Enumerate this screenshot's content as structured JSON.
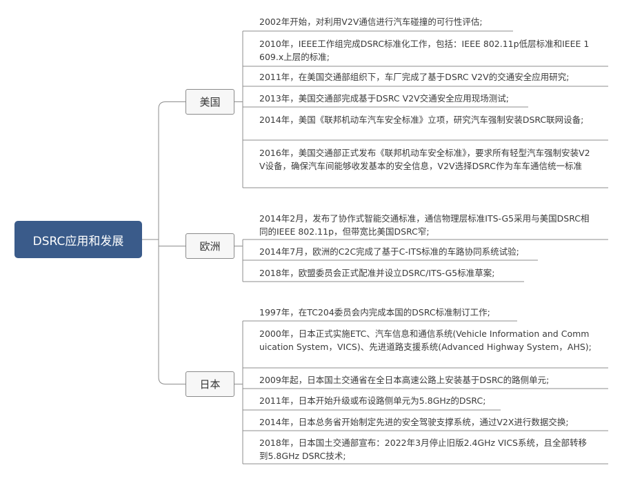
{
  "root": {
    "label": "DSRC应用和发展"
  },
  "branches": [
    {
      "label": "美国",
      "items": [
        "2002年开始，对利用V2V通信进行汽车碰撞的可行性评估;",
        "2010年，IEEE工作组完成DSRC标准化工作，包括：IEEE 802.11p低层标准和IEEE 1609.x上层的标准;",
        "2011年，在美国交通部组织下，车厂完成了基于DSRC V2V的交通安全应用研究;",
        "2013年，美国交通部完成基于DSRC V2V交通安全应用现场测试;",
        "2014年，美国《联邦机动车汽车安全标准》立项，研究汽车强制安装DSRC联网设备;",
        "2016年，美国交通部正式发布《联邦机动车安全标准》，要求所有轻型汽车强制安装V2V设备，确保汽车间能够收发基本的安全信息，V2V选择DSRC作为车车通信统一标准"
      ]
    },
    {
      "label": "欧洲",
      "items": [
        "2014年2月，发布了协作式智能交通标准，通信物理层标准ITS-G5采用与美国DSRC相同的IEEE 802.11p，但带宽比美国DSRC窄;",
        "2014年7月，欧洲的C2C完成了基于C-ITS标准的车路协同系统试验;",
        "2018年，欧盟委员会正式配准并设立DSRC/ITS-G5标准草案;"
      ]
    },
    {
      "label": "日本",
      "items": [
        "1997年，在TC204委员会内完成本国的DSRC标准制订工作;",
        "2000年，日本正式实施ETC、汽车信息和通信系统(Vehicle Information and Commuication System，VICS)、先进道路支援系统(Advanced Highway System，AHS);",
        "2009年起，日本国土交通省在全日本高速公路上安装基于DSRC的路侧单元;",
        "2011年，日本开始升级或布设路侧单元为5.8GHz的DSRC;",
        "2014年，日本总务省开始制定先进的安全驾驶支撑系统，通过V2X进行数据交换;",
        "2018年，日本国土交通部宣布：2022年3月停止旧版2.4GHz VICS系统，且全部转移到5.8GHz DSRC技术;"
      ]
    }
  ]
}
